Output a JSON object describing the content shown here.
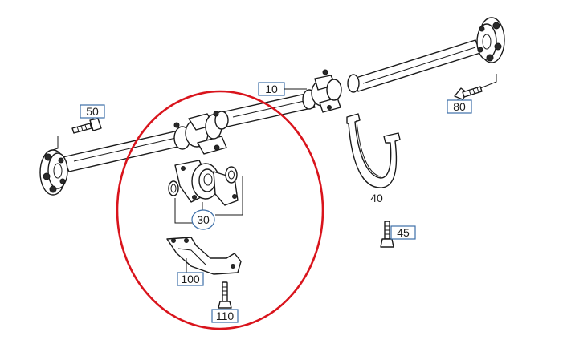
{
  "diagram": {
    "callouts": {
      "c10": "10",
      "c30": "30",
      "c40": "40",
      "c45": "45",
      "c50": "50",
      "c80": "80",
      "c100": "100",
      "c110": "110"
    },
    "colors": {
      "highlight_ellipse": "#d9141c",
      "callout_border": "#3d6fa8",
      "line": "#1a1a1a"
    }
  }
}
